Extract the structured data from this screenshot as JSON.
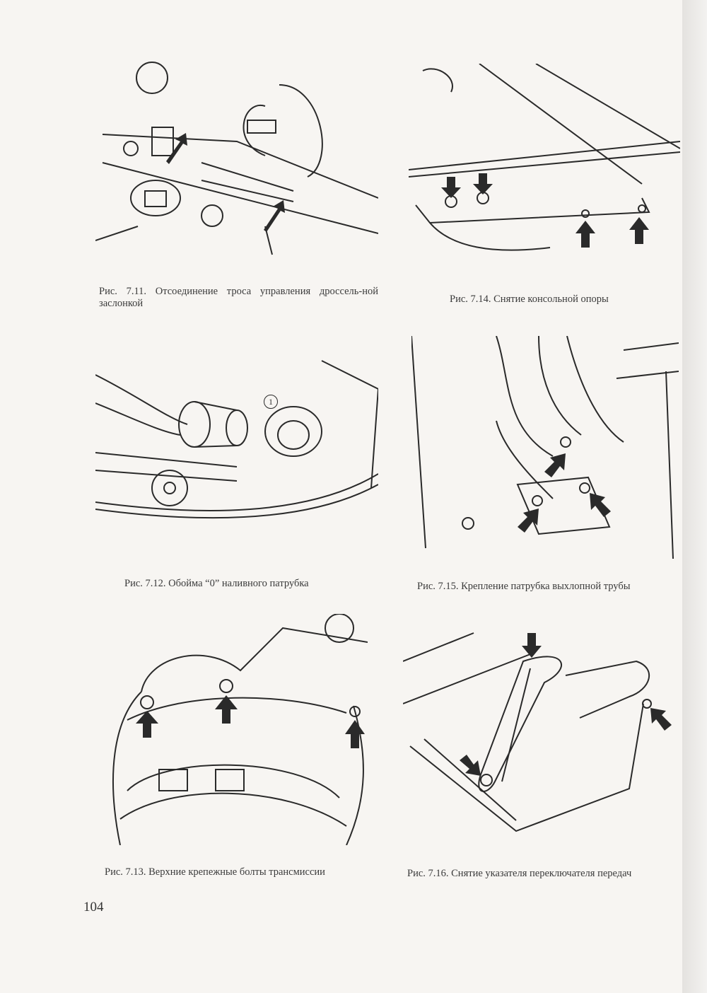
{
  "figures": [
    {
      "id": "7.11",
      "caption": "Рис. 7.11. Отсоединение троса управления дроссель-ной заслонкой"
    },
    {
      "id": "7.14",
      "caption": "Рис. 7.14. Снятие консольной опоры"
    },
    {
      "id": "7.12",
      "caption": "Рис. 7.12. Обойма “0” наливного патрубка",
      "callout": "1"
    },
    {
      "id": "7.15",
      "caption": "Рис. 7.15. Крепление патрубка выхлопной трубы"
    },
    {
      "id": "7.13",
      "caption": "Рис. 7.13. Верхние крепежные болты трансмиссии"
    },
    {
      "id": "7.16",
      "caption": "Рис. 7.16. Снятие указателя переключателя передач"
    }
  ],
  "page_number": "104"
}
